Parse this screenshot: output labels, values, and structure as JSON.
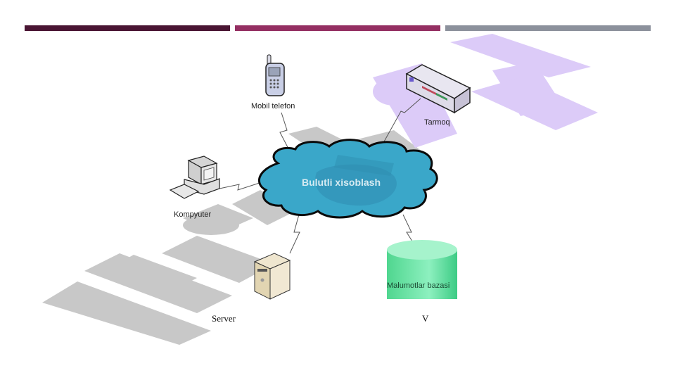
{
  "header_bars": [
    {
      "name": "bar-1",
      "color": "#4a1533"
    },
    {
      "name": "bar-2",
      "color": "#942f62"
    },
    {
      "name": "bar-3",
      "color": "#8c919c"
    }
  ],
  "watermark": {
    "text": "HUJJAT24",
    "left_color": "#c8c8c8",
    "right_color": "#d9c6f7"
  },
  "nodes": {
    "cloud": {
      "label": "Bulutli xisoblash",
      "fill": "#3aa7c9"
    },
    "phone": {
      "label": "Mobil telefon"
    },
    "network": {
      "label": "Tarmoq"
    },
    "computer": {
      "label": "Kompyuter"
    },
    "server": {
      "label": "Server"
    },
    "database": {
      "label": "Malumotlar bazasi",
      "fill": "#3dd68c"
    },
    "extra": {
      "label": "V"
    }
  }
}
